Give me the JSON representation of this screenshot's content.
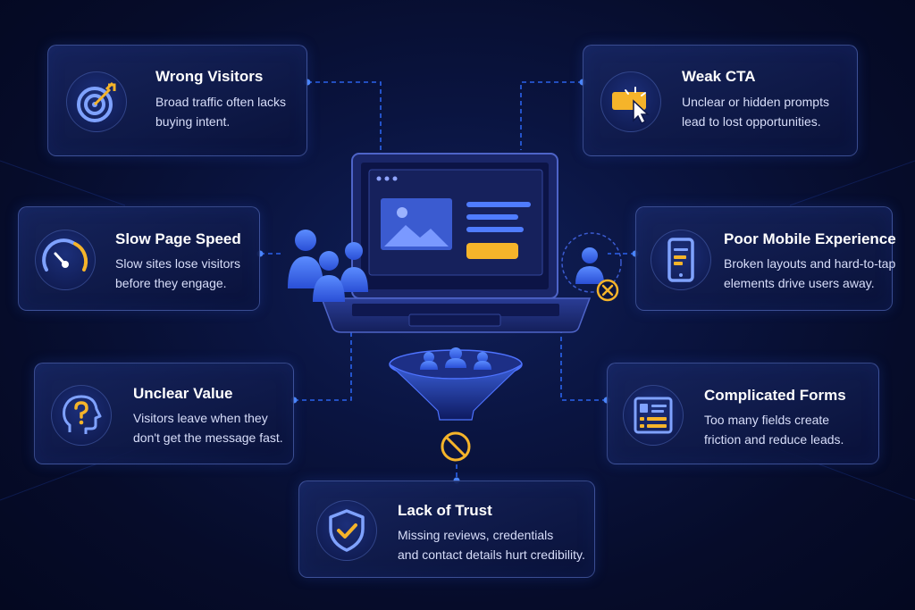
{
  "colors": {
    "accent_blue": "#2f6bff",
    "accent_yellow": "#f5b42a",
    "background": "#070d2e",
    "card_border": "#6e8ce6"
  },
  "cards": [
    {
      "id": "wrong-visitors",
      "icon": "target-icon",
      "title": "Wrong Visitors",
      "desc": [
        "Broad traffic often lacks",
        "buying intent."
      ]
    },
    {
      "id": "weak-cta",
      "icon": "cursor-click-icon",
      "title": "Weak CTA",
      "desc": [
        "Unclear or hidden prompts",
        "lead to lost opportunities."
      ]
    },
    {
      "id": "slow-page-speed",
      "icon": "speedometer-icon",
      "title": "Slow Page Speed",
      "desc": [
        "Slow sites lose visitors",
        "before they engage."
      ]
    },
    {
      "id": "poor-mobile-experience",
      "icon": "smartphone-icon",
      "title": "Poor Mobile Experience",
      "desc": [
        "Broken layouts and hard-to-tap",
        "elements drive users away."
      ]
    },
    {
      "id": "unclear-value",
      "icon": "head-question-icon",
      "title": "Unclear Value",
      "desc": [
        "Visitors leave when they",
        "don't get the message fast."
      ]
    },
    {
      "id": "complicated-forms",
      "icon": "form-icon",
      "title": "Complicated Forms",
      "desc": [
        "Too many fields create",
        "friction and reduce leads."
      ]
    },
    {
      "id": "lack-of-trust",
      "icon": "shield-check-icon",
      "title": "Lack of Trust",
      "desc": [
        "Missing reviews, credentials",
        "and contact details hurt credibility."
      ]
    }
  ],
  "center_icons": [
    "laptop-icon",
    "users-group-icon",
    "user-blocked-icon",
    "funnel-icon",
    "prohibited-icon"
  ]
}
